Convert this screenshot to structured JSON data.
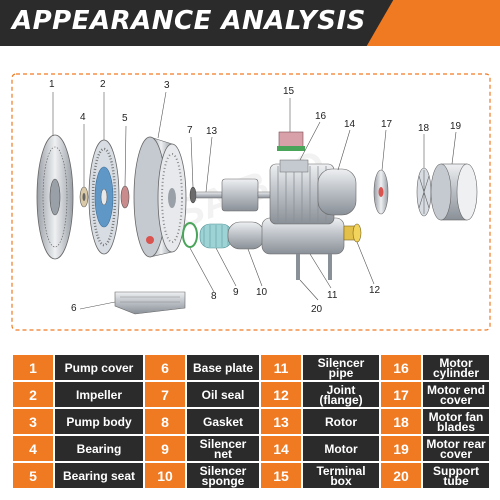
{
  "header": {
    "title": "APPEARANCE ANALYSIS"
  },
  "diagram": {
    "watermark": "SAIBAO",
    "callouts": [
      "1",
      "2",
      "3",
      "4",
      "5",
      "6",
      "7",
      "8",
      "9",
      "10",
      "11",
      "12",
      "13",
      "14",
      "15",
      "16",
      "17",
      "18",
      "19",
      "20"
    ]
  },
  "colors": {
    "accent": "#f07a22",
    "dark": "#2b2b2b",
    "steel": "#b9bec4",
    "fan_blue": "#5f98c7"
  },
  "parts_table": [
    {
      "num": "1",
      "label": "Pump cover"
    },
    {
      "num": "2",
      "label": "Impeller"
    },
    {
      "num": "3",
      "label": "Pump body"
    },
    {
      "num": "4",
      "label": "Bearing"
    },
    {
      "num": "5",
      "label": "Bearing seat"
    },
    {
      "num": "6",
      "label": "Base plate"
    },
    {
      "num": "7",
      "label": "Oil seal"
    },
    {
      "num": "8",
      "label": "Gasket"
    },
    {
      "num": "9",
      "label": "Silencer net"
    },
    {
      "num": "10",
      "label": "Silencer sponge"
    },
    {
      "num": "11",
      "label": "Silencer pipe"
    },
    {
      "num": "12",
      "label": "Joint (flange)"
    },
    {
      "num": "13",
      "label": "Rotor"
    },
    {
      "num": "14",
      "label": "Motor"
    },
    {
      "num": "15",
      "label": "Terminal box"
    },
    {
      "num": "16",
      "label": "Motor cylinder"
    },
    {
      "num": "17",
      "label": "Motor end cover"
    },
    {
      "num": "18",
      "label": "Motor fan blades"
    },
    {
      "num": "19",
      "label": "Motor rear cover"
    },
    {
      "num": "20",
      "label": "Support tube"
    }
  ]
}
